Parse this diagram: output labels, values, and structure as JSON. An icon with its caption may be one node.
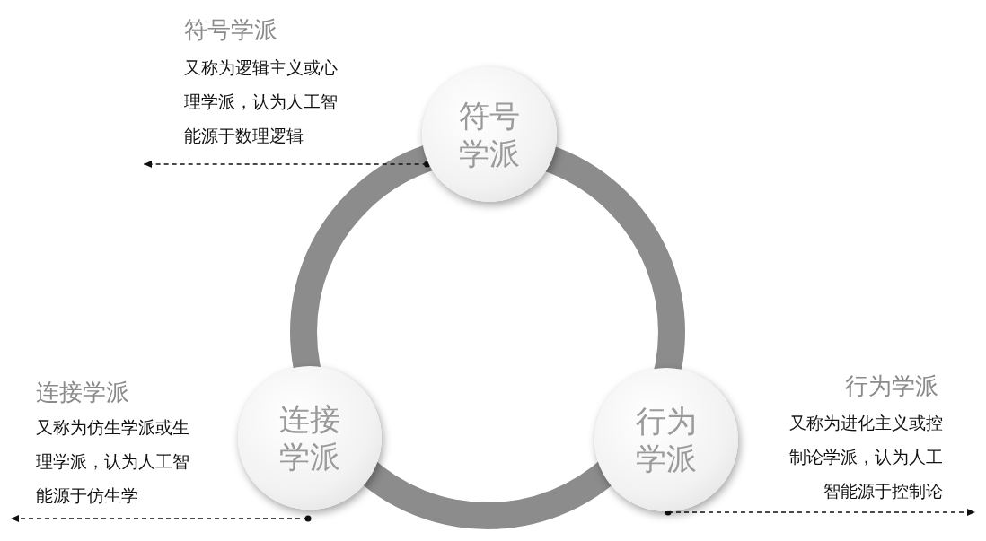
{
  "diagram": {
    "nodes": [
      {
        "text": [
          "符号学派"
        ],
        "beside": [
          "符号学派",
          "又称为逻辑主义或心理学派，认为人工智能源于数理逻辑"
        ]
      },
      {
        "text": [
          "连接学派"
        ],
        "beside": [
          "连接学派",
          "又称为仿生学派或生理学派，认为人工智能源于仿生学"
        ]
      },
      {
        "text": [
          "行为学派"
        ],
        "beside": [
          "行为学派",
          "又称为进化主义或控制论学派，认为人工智能源于控制论"
        ]
      }
    ],
    "edges": [
      {
        "from": 0,
        "to": null,
        "arrow": "to",
        "style": "dashed"
      },
      {
        "from": 1,
        "to": null,
        "arrow": "to",
        "style": "dashed"
      },
      {
        "from": 2,
        "to": null,
        "arrow": "to",
        "style": "dashed"
      }
    ]
  }
}
